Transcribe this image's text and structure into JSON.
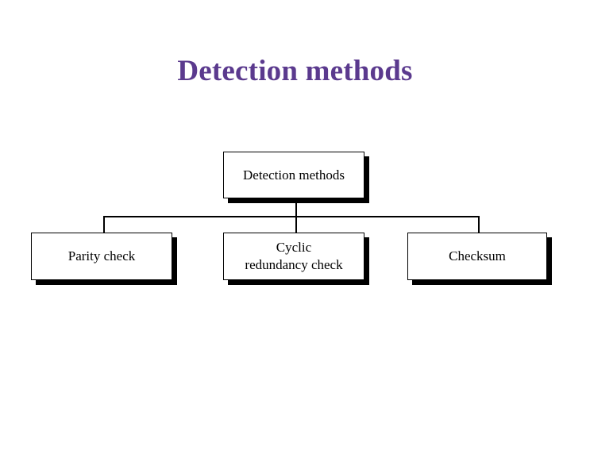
{
  "slide": {
    "title": "Detection methods",
    "title_color": "#5B3A8E",
    "background_color": "#FFFFFF",
    "text_color": "#000000",
    "shadow_color": "#000000",
    "border_color": "#000000"
  },
  "diagram": {
    "type": "org-chart",
    "orientation": "top-down",
    "root": {
      "id": "root",
      "label": "Detection methods"
    },
    "children": [
      {
        "id": "parity",
        "label": "Parity check"
      },
      {
        "id": "crc",
        "label": "Cyclic\nredundancy check",
        "line1": "Cyclic",
        "line2": "redundancy check"
      },
      {
        "id": "checksum",
        "label": "Checksum"
      }
    ]
  }
}
